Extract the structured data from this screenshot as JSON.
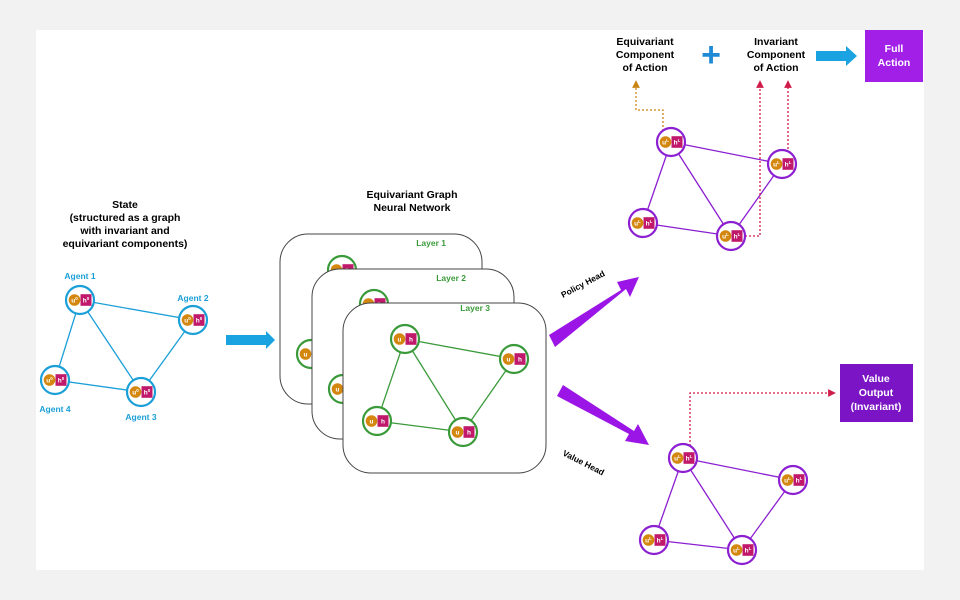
{
  "state": {
    "title_lines": [
      "State",
      "(structured as a graph",
      "with invariant and",
      "equivariant components)"
    ],
    "agent_labels": [
      "Agent 1",
      "Agent 2",
      "Agent 3",
      "Agent 4"
    ],
    "u_sym": "u",
    "u_sup": "0",
    "h_sym": "h",
    "h_sup": "0"
  },
  "gnn": {
    "title_lines": [
      "Equivariant Graph",
      "Neural Network"
    ],
    "layers": [
      "Layer 1",
      "Layer 2",
      "Layer 3"
    ],
    "u_sym": "u",
    "h_sym": "h"
  },
  "heads": {
    "policy": "Policy Head",
    "value": "Value Head"
  },
  "output_graph": {
    "u_sym": "u",
    "u_sup": "L",
    "h_sym": "h",
    "h_sup": "L"
  },
  "policy_output": {
    "equivariant_lines": [
      "Equivariant",
      "Component",
      "of Action"
    ],
    "plus": "+",
    "invariant_lines": [
      "Invariant",
      "Component",
      "of Action"
    ],
    "full_action_lines": [
      "Full",
      "Action"
    ]
  },
  "value_output": {
    "lines": [
      "Value",
      "Output",
      "(Invariant)"
    ]
  },
  "colors": {
    "state": "#1a9fd8",
    "gnn": "#3a9a3a",
    "output": "#8b1fd1",
    "u_node": "#d4870f",
    "h_node": "#c0186b",
    "blue_arrow": "#1aa3e0",
    "full_action_box": "#a21fe8",
    "value_box": "#7a14c4",
    "dotted_orange": "#c98514",
    "dotted_red": "#d01c4a"
  }
}
